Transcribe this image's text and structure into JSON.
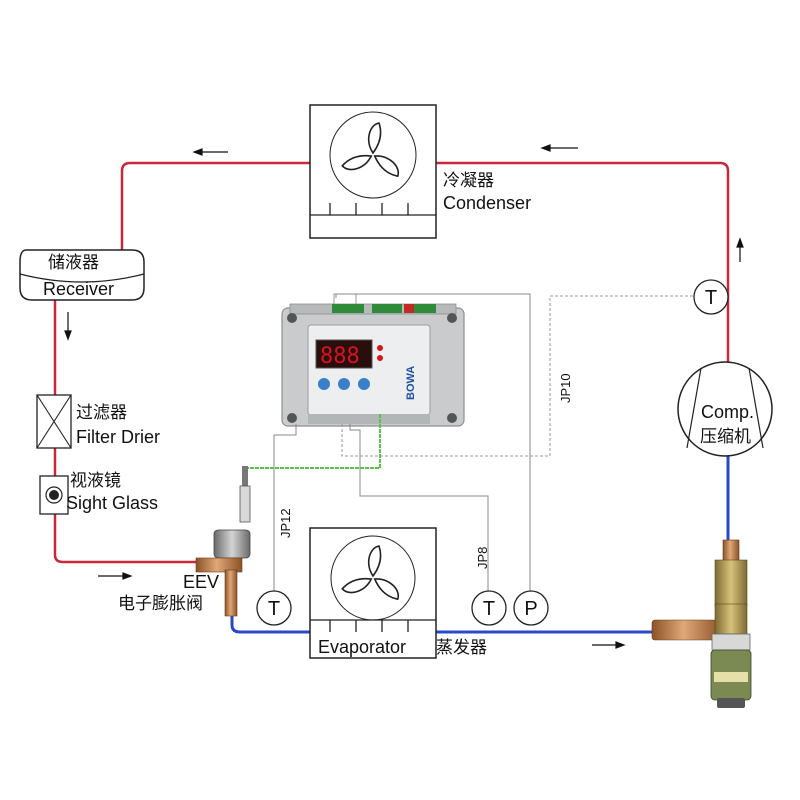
{
  "colors": {
    "hot_line": "#c8283a",
    "cold_line": "#2a49c6",
    "signal_green": "#5ac24a",
    "wire": "#888888",
    "controller_body": "#c9cbcc",
    "controller_panel": "#eceeef",
    "display_red": "#d6141c",
    "tube_copper": "#b8743c"
  },
  "components": {
    "condenser": {
      "label_cn": "冷凝器",
      "label_en": "Condenser"
    },
    "receiver": {
      "label_cn": "储液器",
      "label_en": "Receiver"
    },
    "filter_drier": {
      "label_cn": "过滤器",
      "label_en": "Filter Drier"
    },
    "sight_glass": {
      "label_cn": "视液镜",
      "label_en": "Sight Glass"
    },
    "eev": {
      "label_en": "EEV",
      "label_cn": "电子膨胀阀"
    },
    "compressor": {
      "label_en": "Comp.",
      "label_cn": "压缩机"
    },
    "evaporator": {
      "label_en": "Evaporator",
      "label_cn": "蒸发器"
    },
    "controller": {
      "brand": "BOWA"
    }
  },
  "sensors": {
    "t_discharge": "T",
    "t_eev": "T",
    "t_suction": "T",
    "p_suction": "P"
  },
  "jumpers": {
    "jp10": "JP10",
    "jp12": "JP12",
    "jp8": "JP8"
  },
  "icons": [
    "fan-icon",
    "flow-arrow-icon",
    "sight-glass-icon",
    "filter-drier-icon"
  ]
}
